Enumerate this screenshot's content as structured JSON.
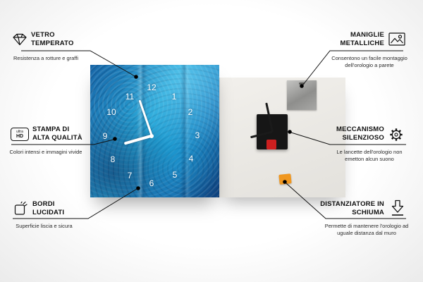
{
  "colors": {
    "clock_blue": "#1f7fba",
    "foam_orange": "#f0971f",
    "mechanism_black": "#161616",
    "line_black": "#111111"
  },
  "clock": {
    "numbers": [
      "12",
      "1",
      "2",
      "3",
      "4",
      "5",
      "6",
      "7",
      "8",
      "9",
      "10",
      "11"
    ]
  },
  "icons": {
    "vetro": "diamond-icon",
    "stampa": "ultra-hd-badge",
    "bordi": "polished-edge-icon",
    "maniglie": "picture-frame-icon",
    "meccanismo": "gear-icon",
    "distanziatore": "arrow-down-spacer-icon",
    "ultra_hd_text_top": "ultra",
    "ultra_hd_text_bottom": "HD"
  },
  "callouts": {
    "vetro_temperato": {
      "title": "VETRO TEMPERATO",
      "subtitle": "Resistenza a rotture e graffi"
    },
    "stampa": {
      "title": "STAMPA DI ALTA QUALITÀ",
      "subtitle": "Colori intensi e immagini vivide"
    },
    "bordi": {
      "title": "BORDI LUCIDATI",
      "subtitle": "Superficie liscia e sicura"
    },
    "maniglie": {
      "title": "MANIGLIE METALLICHE",
      "subtitle": "Consentono un facile montaggio dell'orologio a parete"
    },
    "meccanismo": {
      "title": "MECCANISMO SILENZIOSO",
      "subtitle": "Le lancette dell'orologio non emetton alcun suono"
    },
    "distanziatore": {
      "title": "DISTANZIATORE IN SCHIUMA",
      "subtitle": "Permette di mantenere l'orologio ad uguale distanza dal muro"
    }
  }
}
